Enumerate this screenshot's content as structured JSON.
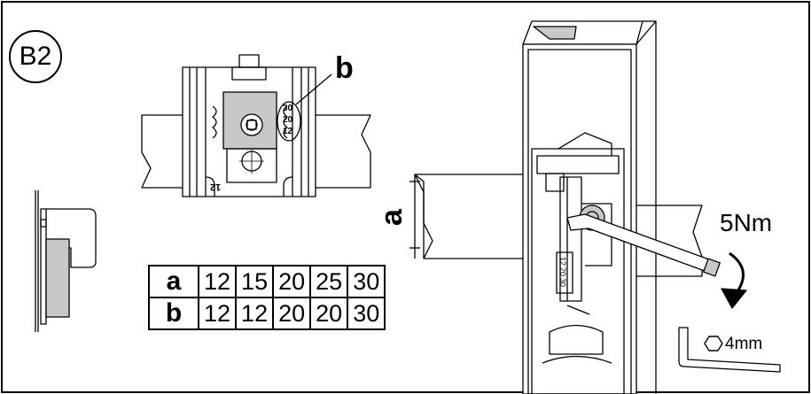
{
  "step": {
    "label": "B2"
  },
  "detail": {
    "label_b": "b",
    "slot_marks": [
      "30",
      "20",
      "12"
    ],
    "bottom_mark": "12"
  },
  "main": {
    "label_a": "a",
    "torque": "5Nm",
    "tool_size": "4mm",
    "tool_icon": "hex-key-icon",
    "profile_marks": [
      "12",
      "20",
      "30"
    ]
  },
  "spec_table": {
    "rows": [
      {
        "head": "a",
        "values": [
          "12",
          "15",
          "20",
          "25",
          "30"
        ]
      },
      {
        "head": "b",
        "values": [
          "12",
          "12",
          "20",
          "20",
          "30"
        ]
      }
    ]
  }
}
